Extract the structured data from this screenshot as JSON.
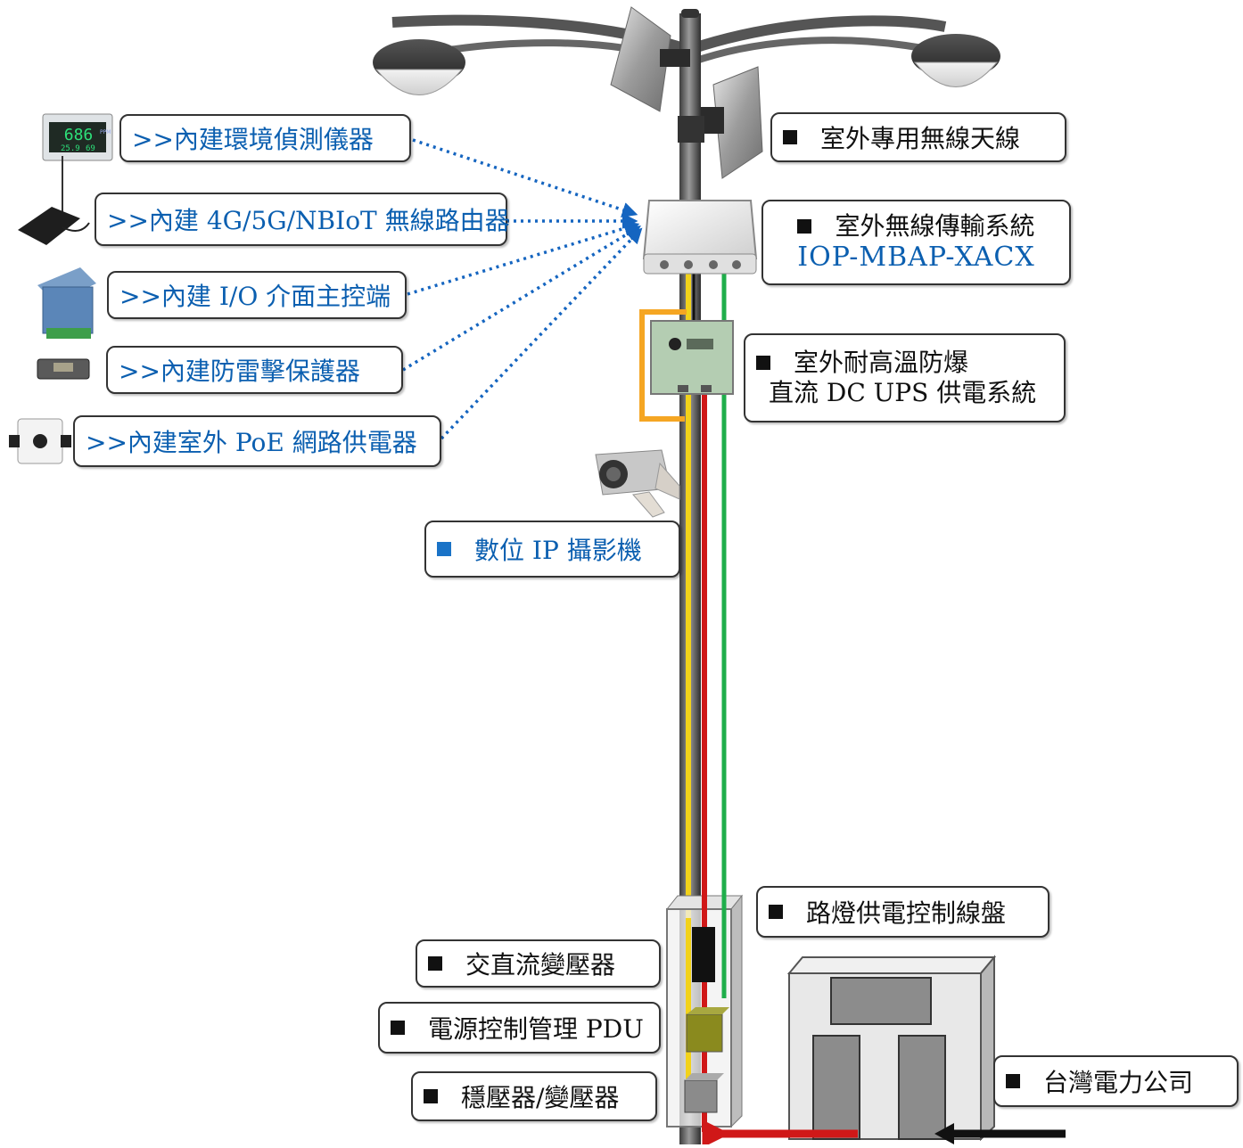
{
  "feature_labels": [
    ">>內建環境偵測儀器",
    ">>內建 4G/5G/NBIoT 無線路由器",
    ">>內建 I/O 介面主控端",
    ">>內建防雷擊保護器",
    ">>內建室外 PoE 網路供電器"
  ],
  "components": {
    "antenna": "室外專用無線天線",
    "wireless_system": "室外無線傳輸系統",
    "wireless_model": "IOP-MBAP-XACX",
    "ups_line1": "室外耐高溫防爆",
    "ups_line2": "直流 DC UPS 供電系統",
    "camera": "數位 IP 攝影機",
    "panel": "路燈供電控制線盤",
    "acdc": "交直流變壓器",
    "pdu": "電源控制管理 PDU",
    "regulator": "穩壓器/變壓器",
    "utility": "台灣電力公司"
  },
  "device_screen": {
    "reading": "686",
    "unit": "PPM",
    "small1": "25.9",
    "small2": "69"
  },
  "colors": {
    "pole": "#6b6b6b",
    "dc_wire": "#d01818",
    "data_wire": "#1fae4b",
    "poe_wire": "#f2d21a",
    "ups_bypass": "#f5a623",
    "arrow": "#1565c0",
    "label_blue": "#0b5fb0"
  }
}
